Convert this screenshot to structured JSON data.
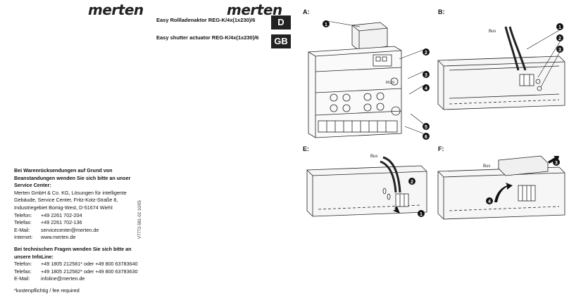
{
  "brand": {
    "left_logo": "merten",
    "right_logo": "merten"
  },
  "product": {
    "title_de": "Easy Rollladenaktor REG-K/4x(1x230)/6",
    "title_en": "Easy shutter actuator REG-K/4x(1x230)/6",
    "lang_de": "D",
    "lang_en": "GB"
  },
  "contact": {
    "returns_heading": "Bei Warenrücksendungen auf Grund von Beanstandungen wenden Sie sich bitte an unser Service Center:",
    "address": [
      "Merten GmbH & Co. KG, Lösungen für intelligente",
      "Gebäude, Service Center, Fritz-Kotz-Straße 8,",
      "Industriegebiet Bomig-West, D-51674 Wiehl"
    ],
    "phone_label": "Telefon:",
    "phone": "+49 2261 702-204",
    "fax_label": "Telefax:",
    "fax": "+49 2261 702-136",
    "email_label": "E-Mail:",
    "email": "servicecenter@merten.de",
    "web_label": "Internet:",
    "web": "www.merten.de",
    "tech_heading": "Bei technischen Fragen wenden Sie sich bitte an unsere InfoLine:",
    "tech_phone_label": "Telefon:",
    "tech_phone": "+49 1805 212581* oder +49 800 63783640",
    "tech_fax_label": "Telefax:",
    "tech_fax": "+49 1805 212582* oder +49 800 63783630",
    "tech_email_label": "E-Mail:",
    "tech_email": "infoline@merten.de",
    "footnote": "*kostenpflichtig / fee required"
  },
  "doc_code": "V7772-581-02 10/05",
  "figures": {
    "a": {
      "label": "A:",
      "callouts": [
        "1",
        "2",
        "3",
        "4",
        "5",
        "6"
      ],
      "run_label": "RUN"
    },
    "b": {
      "label": "B:",
      "bus_label": "Bus",
      "callouts": [
        "1",
        "2",
        "3"
      ]
    },
    "e": {
      "label": "E:",
      "bus_label": "Bus",
      "callouts": [
        "1",
        "2"
      ]
    },
    "f": {
      "label": "F:",
      "bus_label": "Bus",
      "callouts": [
        "3",
        "4"
      ]
    }
  }
}
